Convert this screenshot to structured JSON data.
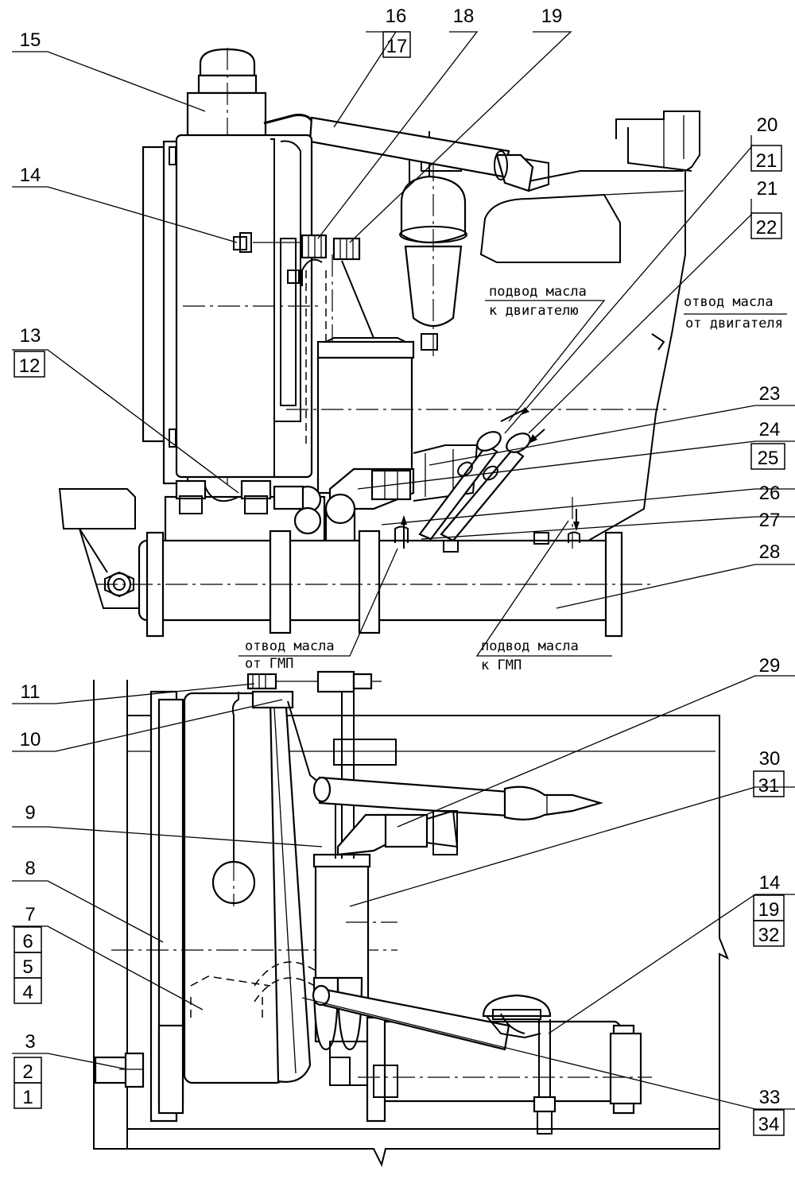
{
  "figure": {
    "type": "technical-drawing",
    "upper_view": {
      "labels": [
        "15",
        "16",
        "17",
        "18",
        "19",
        "20",
        "21",
        "21",
        "22",
        "14",
        "13",
        "12",
        "23",
        "24",
        "25",
        "26",
        "27",
        "28"
      ],
      "notes": {
        "oil_to_engine_1": "подвод масла",
        "oil_to_engine_2": "к двигателю",
        "oil_from_engine_1": "отвод масла",
        "oil_from_engine_2": "от двигателя",
        "oil_from_gmp_1": "отвод масла",
        "oil_from_gmp_2": "от ГМП",
        "oil_to_gmp_1": "подвод масла",
        "oil_to_gmp_2": "к ГМП"
      }
    },
    "lower_view": {
      "labels": [
        "11",
        "10",
        "9",
        "8",
        "7",
        "6",
        "5",
        "4",
        "3",
        "2",
        "1",
        "29",
        "30",
        "31",
        "14",
        "19",
        "32",
        "33",
        "34"
      ]
    }
  }
}
